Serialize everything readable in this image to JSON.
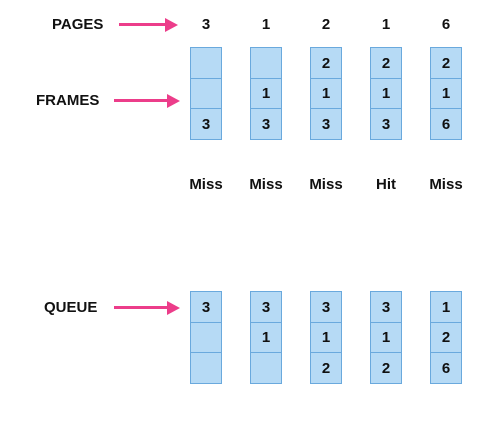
{
  "labels": {
    "pages": "PAGES",
    "frames": "FRAMES",
    "queue": "QUEUE"
  },
  "colors": {
    "arrow": "#ec3d8a",
    "cell_fill": "#b6daf5",
    "cell_border": "#6aa9dd"
  },
  "columns": [
    {
      "page": "3",
      "frames": [
        "",
        "",
        "3"
      ],
      "status": "Miss",
      "queue": [
        "3",
        "",
        ""
      ]
    },
    {
      "page": "1",
      "frames": [
        "",
        "1",
        "3"
      ],
      "status": "Miss",
      "queue": [
        "3",
        "1",
        ""
      ]
    },
    {
      "page": "2",
      "frames": [
        "2",
        "1",
        "3"
      ],
      "status": "Miss",
      "queue": [
        "3",
        "1",
        "2"
      ]
    },
    {
      "page": "1",
      "frames": [
        "2",
        "1",
        "3"
      ],
      "status": "Hit",
      "queue": [
        "3",
        "1",
        "2"
      ]
    },
    {
      "page": "6",
      "frames": [
        "2",
        "1",
        "6"
      ],
      "status": "Miss",
      "queue": [
        "1",
        "2",
        "6"
      ]
    }
  ]
}
